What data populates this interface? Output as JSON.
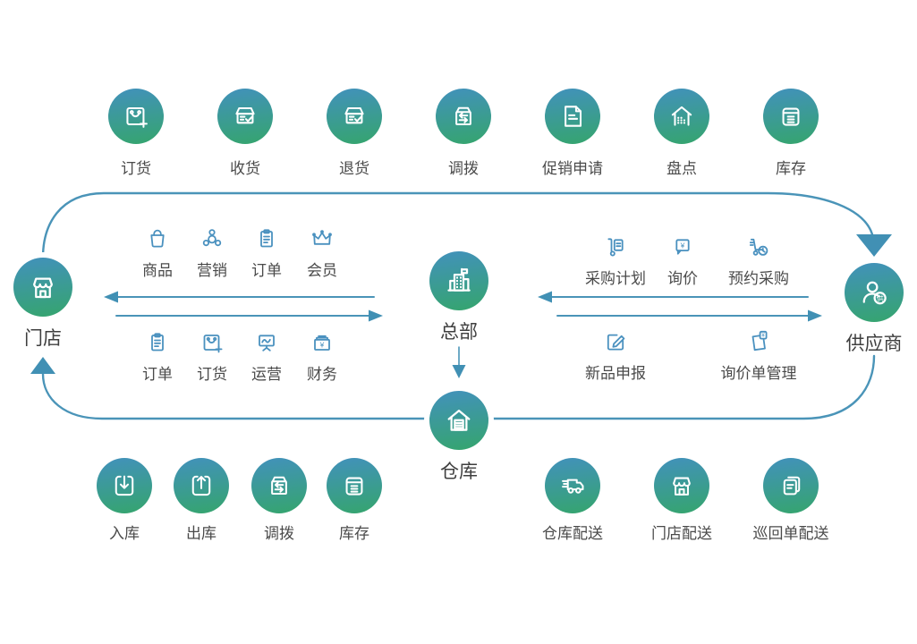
{
  "colors": {
    "circle_gradient_top": "#4291bc",
    "circle_gradient_bottom": "#35a56d",
    "flow_line": "#4a94b8",
    "arrowhead": "#4190b4",
    "module_icon_blue": "#4a91bf",
    "label_color": "#4a4a4a",
    "entity_label_color": "#3f3f3f"
  },
  "top_flow": {
    "items": [
      {
        "label": "订货",
        "icon": "shopping-bag-plus"
      },
      {
        "label": "收货",
        "icon": "box-check"
      },
      {
        "label": "退货",
        "icon": "box-check"
      },
      {
        "label": "调拨",
        "icon": "box-transfer"
      },
      {
        "label": "促销申请",
        "icon": "document-lines"
      },
      {
        "label": "盘点",
        "icon": "house-dots"
      },
      {
        "label": "库存",
        "icon": "box-lines"
      }
    ]
  },
  "entities": {
    "store": {
      "label": "门店",
      "icon": "storefront"
    },
    "headquarters": {
      "label": "总部",
      "icon": "building-flag"
    },
    "warehouse": {
      "label": "仓库",
      "icon": "warehouse-house"
    },
    "supplier": {
      "label": "供应商",
      "icon": "person-badge",
      "badge_text": "供"
    }
  },
  "store_hq_modules": {
    "row1": [
      {
        "label": "商品",
        "icon": "bag"
      },
      {
        "label": "营销",
        "icon": "network"
      },
      {
        "label": "订单",
        "icon": "clipboard"
      },
      {
        "label": "会员",
        "icon": "crown"
      }
    ],
    "row2": [
      {
        "label": "订单",
        "icon": "clipboard"
      },
      {
        "label": "订货",
        "icon": "shopping-bag-plus"
      },
      {
        "label": "运营",
        "icon": "presentation"
      },
      {
        "label": "财务",
        "icon": "cash-box"
      }
    ]
  },
  "hq_supplier_modules": {
    "row1": [
      {
        "label": "采购计划",
        "icon": "trolley-doc"
      },
      {
        "label": "询价",
        "icon": "speech-yen"
      },
      {
        "label": "预约采购",
        "icon": "cart-clock"
      }
    ],
    "row2": [
      {
        "label": "新品申报",
        "icon": "pencil-square"
      },
      {
        "label": "询价单管理",
        "icon": "doc-yen"
      }
    ]
  },
  "warehouse_flow": {
    "items": [
      {
        "label": "入库",
        "icon": "arrow-in-tray"
      },
      {
        "label": "出库",
        "icon": "arrow-out-tray"
      },
      {
        "label": "调拨",
        "icon": "box-transfer"
      },
      {
        "label": "库存",
        "icon": "box-lines"
      }
    ]
  },
  "delivery_flow": {
    "items": [
      {
        "label": "仓库配送",
        "icon": "truck"
      },
      {
        "label": "门店配送",
        "icon": "storefront"
      },
      {
        "label": "巡回单配送",
        "icon": "docs-stack"
      }
    ]
  }
}
